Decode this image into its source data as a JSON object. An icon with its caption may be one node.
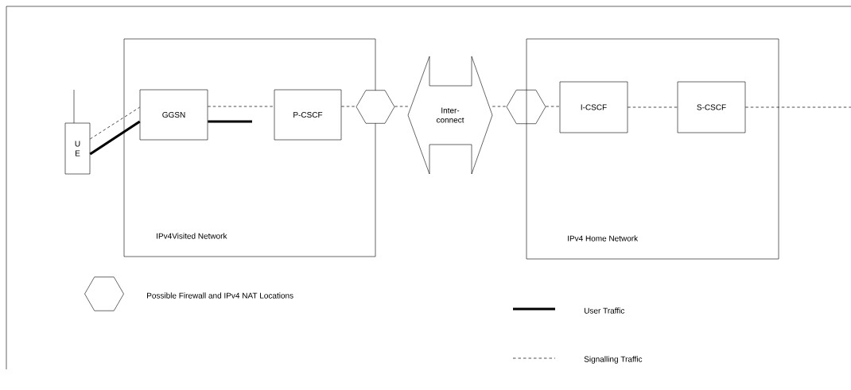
{
  "diagram": {
    "nodes": [
      {
        "text": [
          "IPv4Visited Network"
        ]
      },
      {
        "text": [
          "GGSN"
        ],
        "in": 0
      },
      {
        "text": [
          "P-CSCF"
        ],
        "in": 0
      },
      {
        "text": [],
        "shape": "hexagon"
      },
      {
        "text": [
          "Inter- connect"
        ]
      },
      {
        "text": [],
        "shape": "hexagon"
      },
      {
        "text": [
          "IPv4 Home Network"
        ]
      },
      {
        "text": [
          "I-CSCF"
        ],
        "in": 6
      },
      {
        "text": [
          "S-CSCF"
        ],
        "in": 6
      },
      {
        "text": [
          "U E"
        ]
      }
    ],
    "edges": [
      {
        "from": 9,
        "to": 1,
        "arrow": "none",
        "style": "dashed"
      },
      {
        "from": 9,
        "to": 1,
        "arrow": "none",
        "style": "thick"
      },
      {
        "from": 1,
        "to": null,
        "arrow": "none",
        "style": "thick"
      },
      {
        "from": 1,
        "to": 2,
        "arrow": "none",
        "style": "dashed"
      },
      {
        "from": 2,
        "to": 3,
        "arrow": "none",
        "style": "dashed"
      },
      {
        "from": 3,
        "to": 4,
        "arrow": "none",
        "style": "dashed"
      },
      {
        "from": 4,
        "to": 5,
        "arrow": "none",
        "style": "dashed"
      },
      {
        "from": 5,
        "to": 7,
        "arrow": "none",
        "style": "dashed"
      },
      {
        "from": 7,
        "to": 8,
        "arrow": "none",
        "style": "dashed"
      },
      {
        "from": 8,
        "to": null,
        "arrow": "none",
        "style": "dashed"
      }
    ],
    "legend": [
      {
        "text": "Possible Firewall and IPv4 NAT Locations"
      },
      {
        "text": "User Traffic"
      },
      {
        "text": "Signalling Traffic"
      }
    ]
  }
}
